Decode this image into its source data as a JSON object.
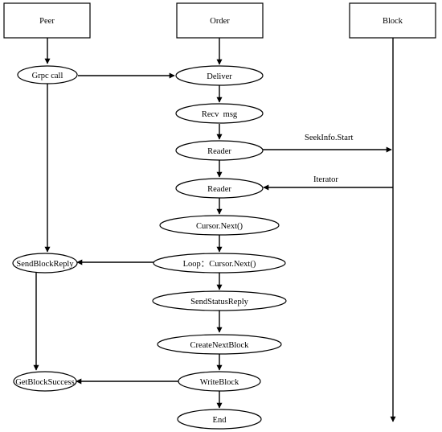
{
  "lanes": {
    "peer": "Peer",
    "order": "Order",
    "block": "Block"
  },
  "nodes": {
    "grpc_call": "Grpc call",
    "deliver": "Deliver",
    "recv_msg": "Recv  msg",
    "reader_1": "Reader",
    "reader_2": "Reader",
    "cursor_next": "Cursor.Next()",
    "loop_cursor_next": "Loop：Cursor.Next()",
    "send_status_reply": "SendStatusReply",
    "create_next_block": "CreateNextBlock",
    "write_block": "WriteBlock",
    "end": "End",
    "send_block_reply": "SendBlockReply",
    "get_block_success": "GetBlockSuccess"
  },
  "edge_labels": {
    "seek_info_start": "SeekInfo.Start",
    "iterator": "Iterator"
  }
}
